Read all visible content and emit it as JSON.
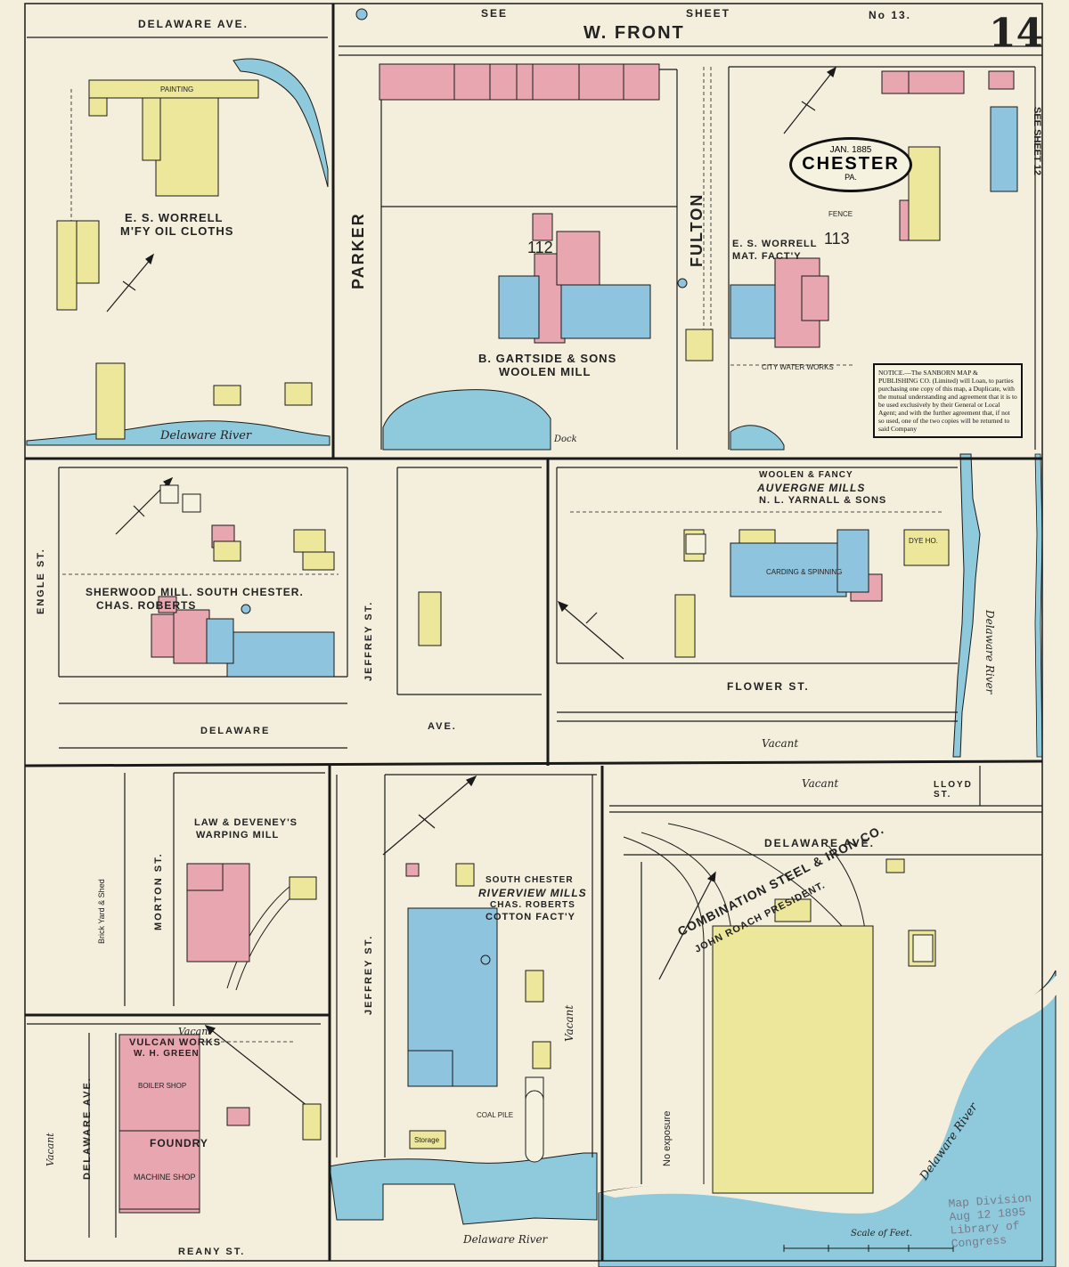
{
  "sheet": {
    "number": "14",
    "see_sheet_top": [
      "SEE",
      "SHEET",
      "No 13."
    ],
    "see_sheet_right": "SEE SHEET 12"
  },
  "title": {
    "date": "JAN. 1885",
    "city": "CHESTER",
    "state": "PA."
  },
  "notice": "NOTICE.—The SANBORN MAP & PUBLISHING CO. (Limited) will Loan, to parties purchasing one copy of this map, a Duplicate, with the mutual understanding and agreement that it is to be used exclusively by their General or Local Agent; and with the further agreement that, if not so used, one of the two copies will be returned to said Company",
  "streets": {
    "w_front": "W. FRONT",
    "delaware_ave_top": "DELAWARE AVE.",
    "parker": "PARKER",
    "fulton": "FULTON",
    "engle": "ENGLE ST.",
    "jeffrey_mid": "JEFFREY ST.",
    "delaware_mid_left": "DELAWARE",
    "ave_mid": "AVE.",
    "flower": "FLOWER ST.",
    "morton": "MORTON ST.",
    "jeffrey_low": "JEFFREY ST.",
    "lloyd": "LLOYD ST.",
    "delaware_ave_low": "DELAWARE AVE.",
    "delaware_ave_vert": "DELAWARE AVE.",
    "reany": "REANY ST."
  },
  "water": {
    "river_top_left": "Delaware River",
    "river_right_mid": "Delaware River",
    "river_bottom_mid": "Delaware River",
    "river_bottom_right": "Delaware River",
    "dock": "Dock"
  },
  "blocks": {
    "b112": "112",
    "b113": "113"
  },
  "vacant": {
    "mid_right": "Vacant",
    "low_right": "Vacant",
    "low_mid": "Vacant",
    "low_left": "Vacant",
    "low_left_vert": "Vacant"
  },
  "firms": {
    "worrell_oil": [
      "E. S. WORRELL",
      "M'FY OIL CLOTHS"
    ],
    "gartside": [
      "B. GARTSIDE & SONS",
      "WOOLEN MILL"
    ],
    "worrell_mat": [
      "E. S. WORRELL",
      "MAT. FACT'Y"
    ],
    "sherwood": [
      "SHERWOOD MILL. SOUTH CHESTER.",
      "CHAS. ROBERTS"
    ],
    "auvergne": [
      "WOOLEN & FANCY",
      "AUVERGNE MILLS",
      "N. L. YARNALL & SONS"
    ],
    "law_deveney": [
      "LAW & DEVENEY'S",
      "WARPING MILL"
    ],
    "riverview": [
      "SOUTH CHESTER",
      "RIVERVIEW MILLS",
      "CHAS. ROBERTS",
      "COTTON FACT'Y"
    ],
    "combination": [
      "COMBINATION STEEL & IRON CO.",
      "JOHN ROACH PRESIDENT."
    ],
    "vulcan": [
      "VULCAN WORKS",
      "W. H. GREEN"
    ]
  },
  "building_labels": {
    "painting": "PAINTING",
    "city_water": "CITY WATER WORKS",
    "dye_ho": "DYE HO.",
    "boiler_shop": "BOILER SHOP",
    "foundry": "FOUNDRY",
    "machine_shop": "MACHINE SHOP",
    "storage": "Storage",
    "coal_pile": "COAL PILE",
    "brick_yard": "Brick Yard & Shed",
    "carding": "CARDING & SPINNING",
    "no_exposure": "No exposure",
    "fence": "FENCE"
  },
  "scale": "Scale of Feet.",
  "stamp": [
    "Map Division",
    "Aug 12 1895",
    "Library of Congress"
  ],
  "colors": {
    "paper": "#f3efdc",
    "brick": "#e8a6b0",
    "frame": "#ece79a",
    "stone": "#8fc4df",
    "water": "#8ec9dc",
    "line": "#1a1a1a"
  }
}
